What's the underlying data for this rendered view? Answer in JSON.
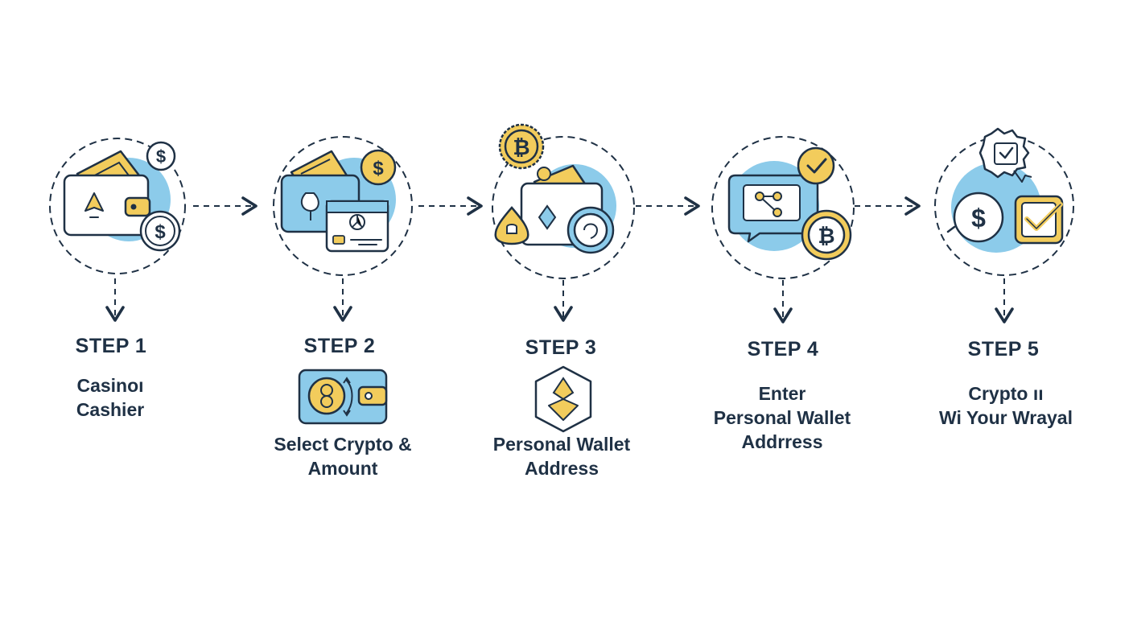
{
  "colors": {
    "ink": "#1f3145",
    "accent_blue": "#8ccbea",
    "accent_yellow": "#f2cc5c",
    "background": "#ffffff"
  },
  "steps": [
    {
      "title": "STEP 1",
      "desc_lines": [
        "Casinoı",
        "Cashier"
      ],
      "icons": [
        "wallet-icon",
        "banknotes-icon",
        "dollar-coin-icon",
        "dollar-coin-icon"
      ]
    },
    {
      "title": "STEP 2",
      "desc_lines": [
        "Select Crypto &",
        "Amount"
      ],
      "icons": [
        "wallet-icon",
        "card-icon",
        "dollar-coin-icon",
        "crypto-wallet-icon"
      ]
    },
    {
      "title": "STEP 3",
      "desc_lines": [
        "Personal Wallet",
        "Address"
      ],
      "icons": [
        "bitcoin-coin-icon",
        "wallet-icon",
        "coin-icon",
        "ethereum-hexagon-icon"
      ]
    },
    {
      "title": "STEP 4",
      "desc_lines": [
        "Enter",
        "Personal Wallet",
        "Addrress"
      ],
      "icons": [
        "chat-bubble-icon",
        "network-nodes-icon",
        "checkmark-badge-icon",
        "bitcoin-coin-icon"
      ]
    },
    {
      "title": "STEP 5",
      "desc_lines": [
        "Crypto ıı",
        "Wi Your Wrayal"
      ],
      "icons": [
        "certificate-icon",
        "dollar-coin-icon",
        "checkbox-icon"
      ]
    }
  ]
}
